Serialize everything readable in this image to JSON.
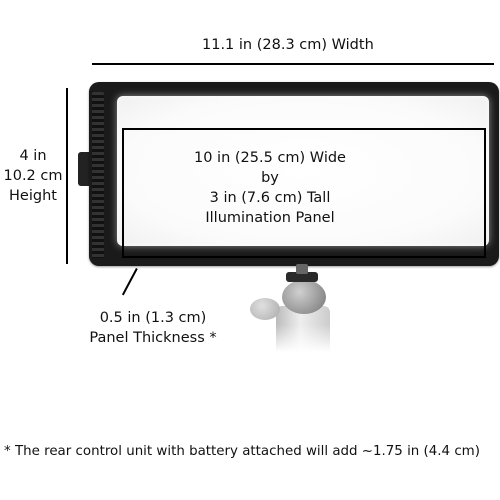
{
  "width_label": "11.1 in  (28.3 cm) Width",
  "height_label": {
    "line1": "4 in",
    "line2": "10.2 cm",
    "line3": "Height"
  },
  "illumination_label": {
    "line1": "10 in (25.5 cm) Wide",
    "line2": "by",
    "line3": "3 in (7.6 cm) Tall",
    "line4": "Illumination Panel"
  },
  "thickness_label": {
    "line1": "0.5 in (1.3 cm)",
    "line2": "Panel Thickness *"
  },
  "footnote": "* The rear control unit with battery attached will add ~1.75 in (4.4 cm)"
}
